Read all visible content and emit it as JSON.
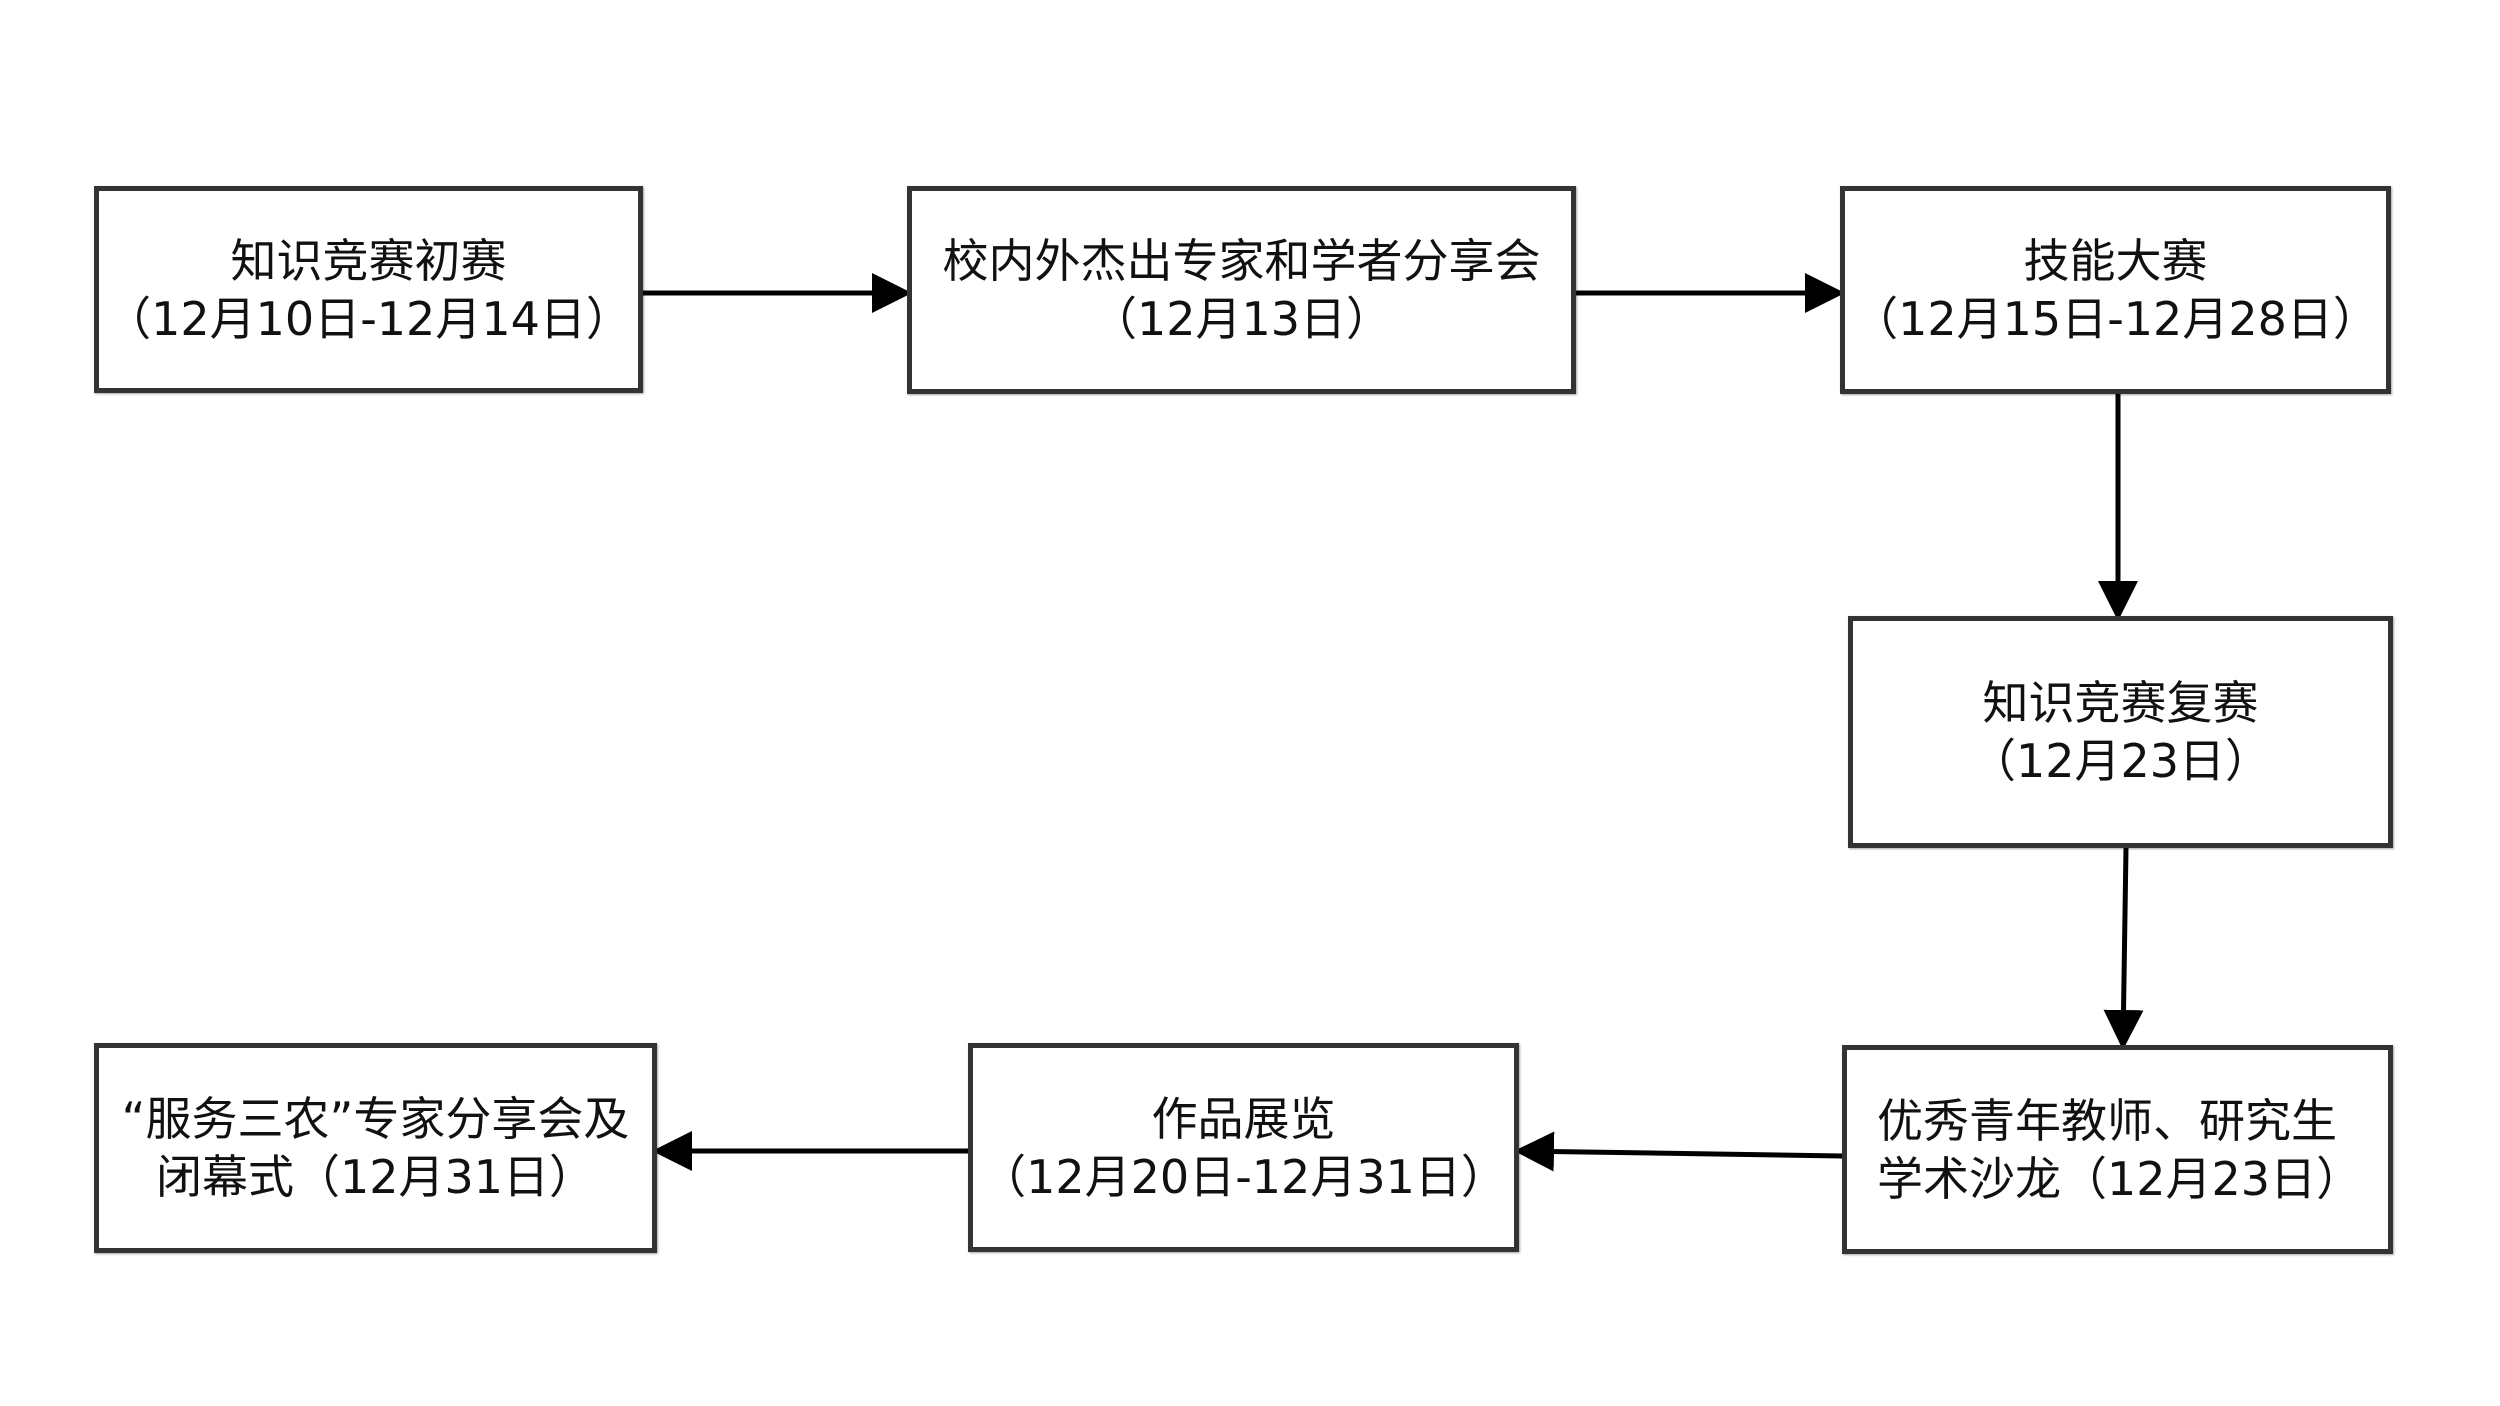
{
  "nodes": [
    {
      "id": "n1",
      "line1": "知识竞赛初赛",
      "line2": "（12月10日-12月14日）"
    },
    {
      "id": "n2",
      "line1": "校内外杰出专家和学者分享会",
      "line2": "（12月13日）"
    },
    {
      "id": "n3",
      "line1": "技能大赛",
      "line2": "（12月15日-12月28日）"
    },
    {
      "id": "n4",
      "line1": "知识竞赛复赛",
      "line2": "（12月23日）"
    },
    {
      "id": "n5",
      "line1": "优秀青年教师、研究生",
      "line2": "学术沙龙（12月23日）"
    },
    {
      "id": "n6",
      "line1": "作品展览",
      "line2": "（12月20日-12月31日）"
    },
    {
      "id": "n7",
      "line1": "“服务三农”专家分享会及",
      "line2": "闭幕式（12月31日）"
    }
  ],
  "edges": [
    {
      "from": "n1",
      "to": "n2"
    },
    {
      "from": "n2",
      "to": "n3"
    },
    {
      "from": "n3",
      "to": "n4"
    },
    {
      "from": "n4",
      "to": "n5"
    },
    {
      "from": "n5",
      "to": "n6"
    },
    {
      "from": "n6",
      "to": "n7"
    }
  ],
  "colors": {
    "border": "#333333",
    "arrow": "#000000",
    "text": "#111111",
    "background": "#ffffff"
  }
}
